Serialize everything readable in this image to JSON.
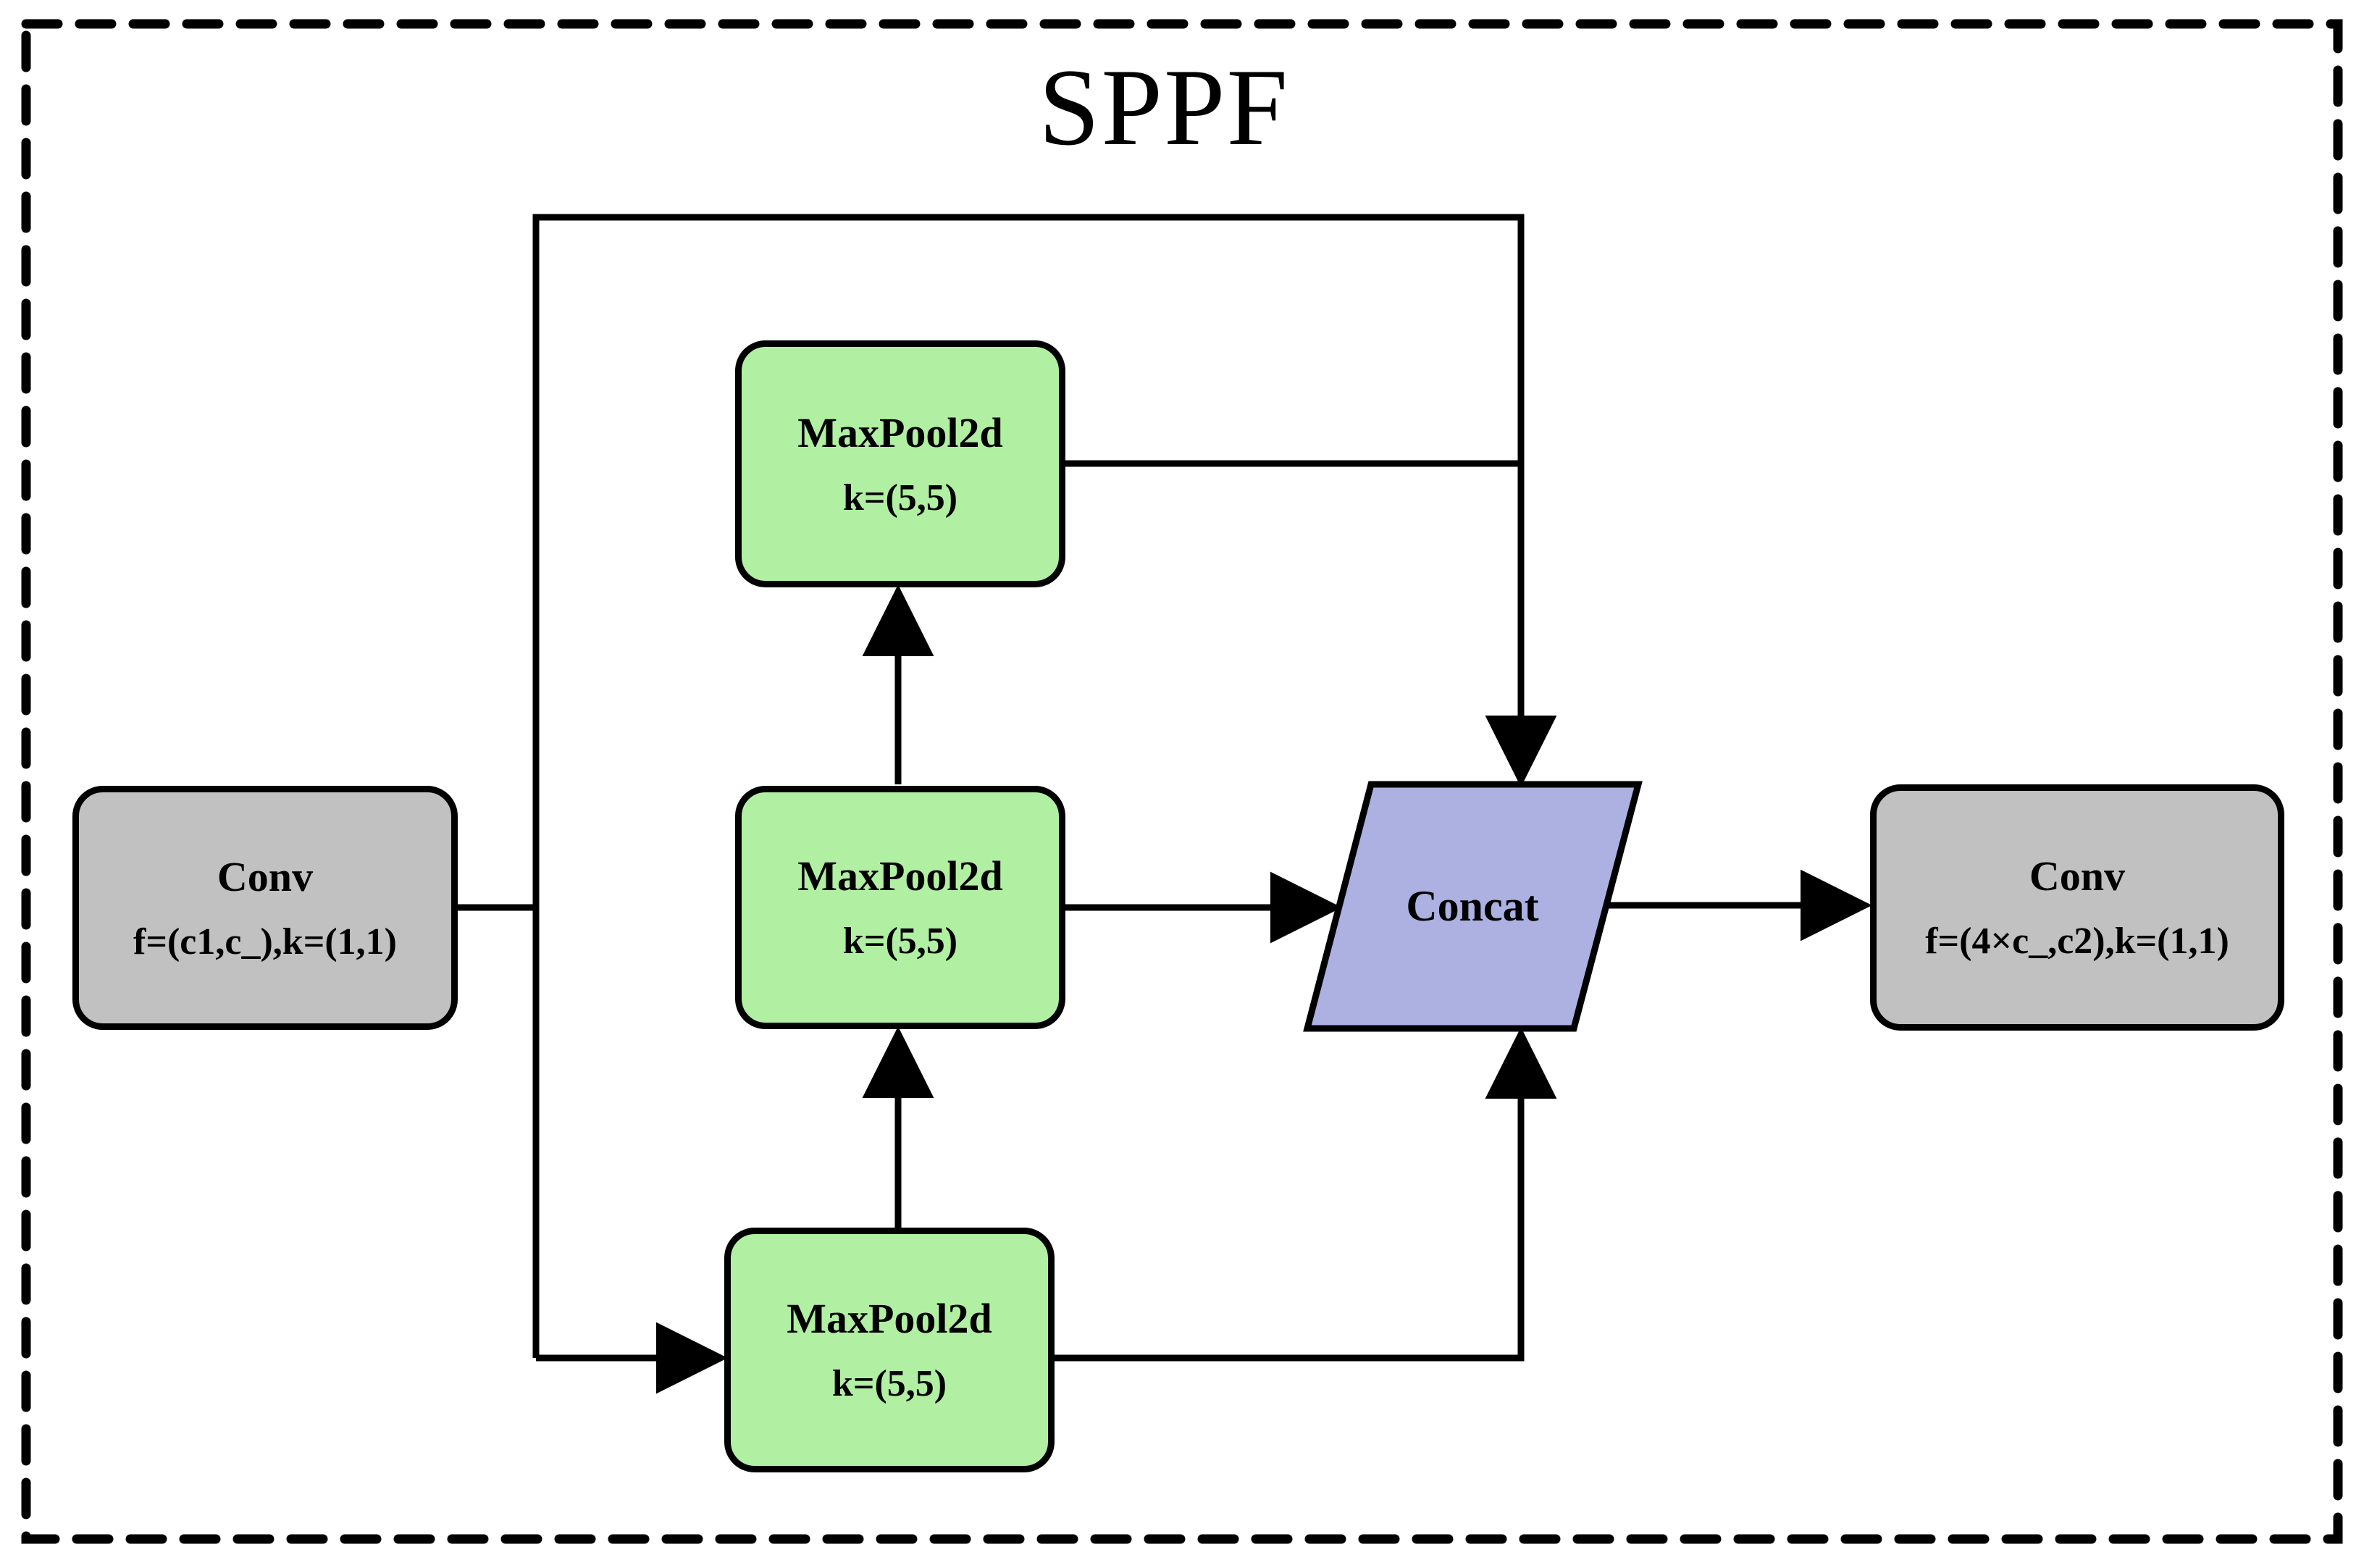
{
  "title": "SPPF",
  "colors": {
    "box_gray": "#C1C1C1",
    "pool_green": "#B1F0A2",
    "concat_blue": "#ACB1E2",
    "line_black": "#000000",
    "background": "#FFFFFF"
  },
  "nodes": {
    "conv_in": {
      "line1": "Conv",
      "line2": "f=(c1,c_),k=(1,1)"
    },
    "maxpool_top": {
      "line1": "MaxPool2d",
      "line2": "k=(5,5)"
    },
    "maxpool_mid": {
      "line1": "MaxPool2d",
      "line2": "k=(5,5)"
    },
    "maxpool_bot": {
      "line1": "MaxPool2d",
      "line2": "k=(5,5)"
    },
    "concat": {
      "label": "Concat"
    },
    "conv_out": {
      "line1": "Conv",
      "line2": "f=(4×c_,c2),k=(1,1)"
    }
  },
  "edges": [
    {
      "from": "conv_in",
      "to": "maxpool_bot",
      "style": "arrow"
    },
    {
      "from": "conv_in",
      "to": "concat",
      "style": "arrow",
      "route": "top-bypass"
    },
    {
      "from": "maxpool_bot",
      "to": "maxpool_mid",
      "style": "arrow"
    },
    {
      "from": "maxpool_bot",
      "to": "concat",
      "style": "arrow",
      "route": "bottom"
    },
    {
      "from": "maxpool_mid",
      "to": "maxpool_top",
      "style": "arrow"
    },
    {
      "from": "maxpool_mid",
      "to": "concat",
      "style": "arrow",
      "route": "left"
    },
    {
      "from": "maxpool_top",
      "to": "concat",
      "style": "line",
      "route": "joins-top-bypass"
    },
    {
      "from": "concat",
      "to": "conv_out",
      "style": "arrow"
    }
  ]
}
